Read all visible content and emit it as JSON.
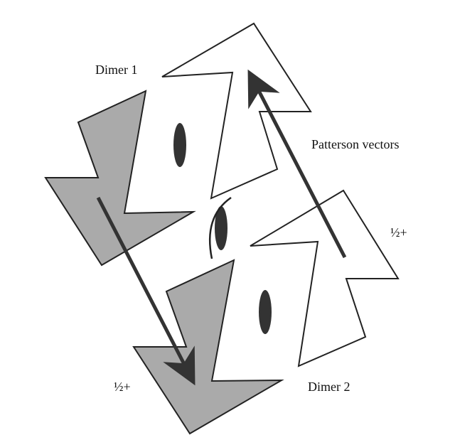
{
  "labels": {
    "dimer1": "Dimer 1",
    "dimer2": "Dimer 2",
    "patterson": "Patterson vectors",
    "half_plus_right": "½+",
    "half_plus_bottom": "½+"
  },
  "colors": {
    "grey_molecule": "#aaaaaa",
    "outline": "#222222",
    "symmetry_axis": "#333333",
    "vector_arrow": "#333333"
  },
  "icons": {
    "twofold_axis": "ellipse-lens",
    "screw_axis": "ellipse-with-arc"
  }
}
